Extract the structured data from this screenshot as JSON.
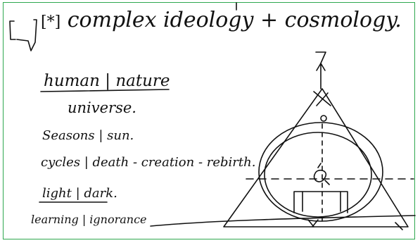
{
  "notes": {
    "marker": "[*]",
    "title": "complex ideology + cosmology.",
    "line1": "human | nature",
    "line2": "universe.",
    "line3": "Seasons | sun.",
    "line4": "cycles | death - creation - rebirth.",
    "line5": "light | dark.",
    "line6": "learning | ignorance"
  },
  "colors": {
    "ink": "#111111",
    "frame": "#2fa84f",
    "paper": "#ffffff"
  }
}
